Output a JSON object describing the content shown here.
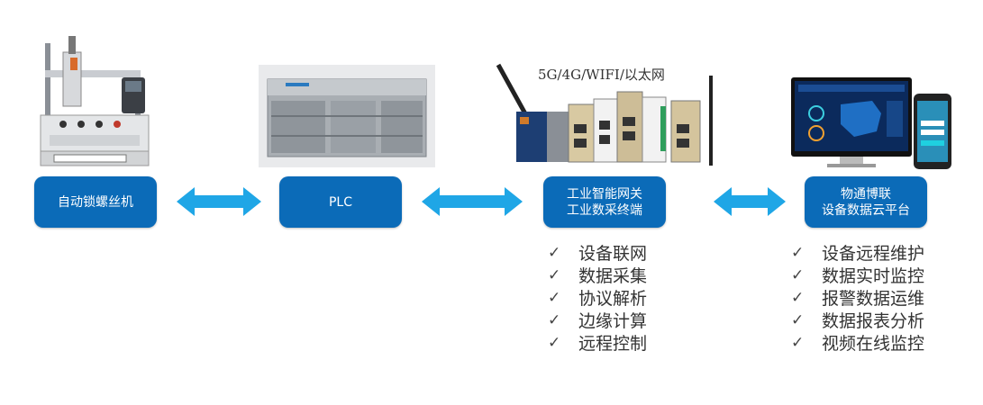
{
  "nodes": {
    "machine": {
      "label": "自动锁螺丝机"
    },
    "plc": {
      "label": "PLC"
    },
    "gateway": {
      "line1": "工业智能网关",
      "line2": "工业数采终端"
    },
    "cloud": {
      "line1": "物通博联",
      "line2": "设备数据云平台"
    }
  },
  "network_label": "5G/4G/WIFI/以太网",
  "gateway_features": [
    "设备联网",
    "数据采集",
    "协议解析",
    "边缘计算",
    "远程控制"
  ],
  "cloud_features": [
    "设备远程维护",
    "数据实时监控",
    "报警数据运维",
    "数据报表分析",
    "视频在线监控"
  ],
  "check_glyph": "✓",
  "colors": {
    "box": "#0b6bb8",
    "arrow": "#1fa6e6"
  }
}
